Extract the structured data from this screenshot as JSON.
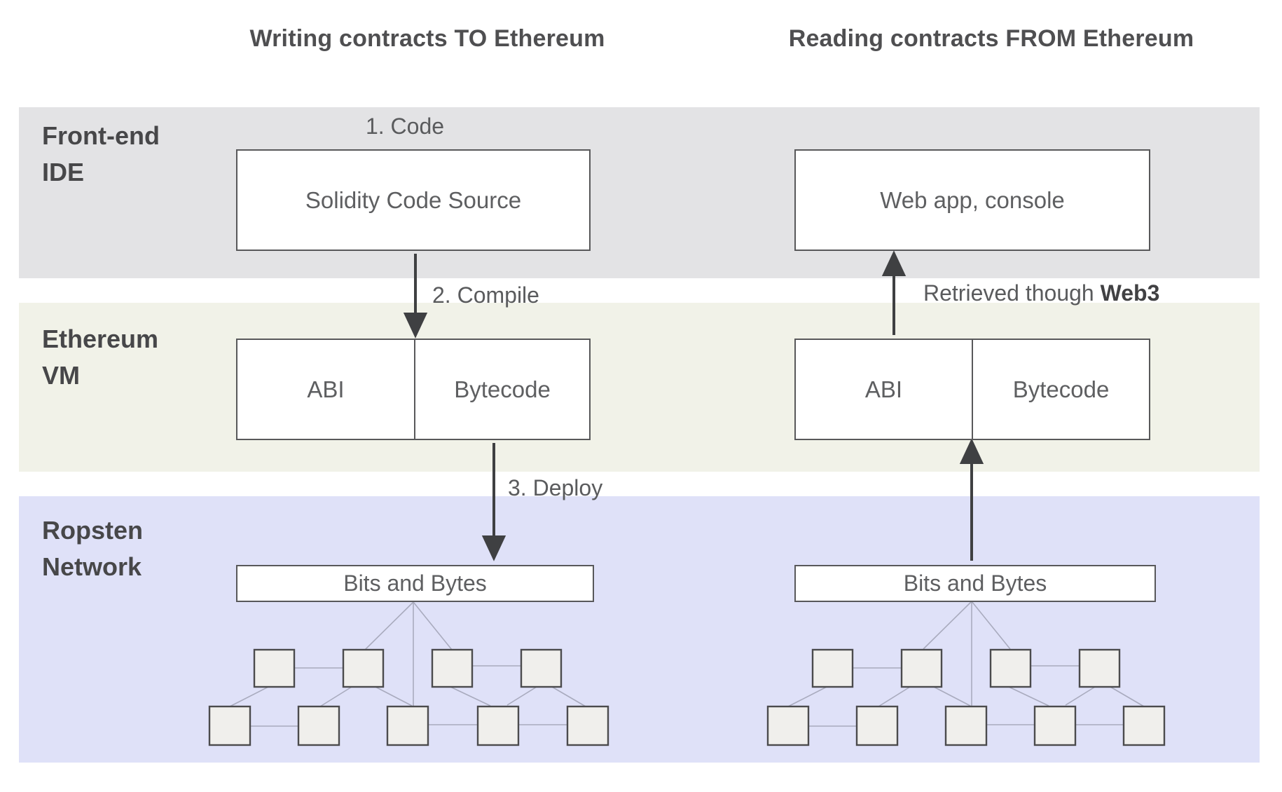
{
  "titles": {
    "left": "Writing contracts TO Ethereum",
    "right": "Reading contracts FROM Ethereum"
  },
  "bands": [
    {
      "id": "frontend",
      "label_line1": "Front-end",
      "label_line2": "IDE",
      "color": "#e3e3e5"
    },
    {
      "id": "evm",
      "label_line1": "Ethereum",
      "label_line2": "VM",
      "color": "#f1f2e8"
    },
    {
      "id": "ropsten",
      "label_line1": "Ropsten",
      "label_line2": "Network",
      "color": "#dfe1f8"
    }
  ],
  "left_flow": {
    "step1_label": "1. Code",
    "source_box": "Solidity Code Source",
    "step2_label": "2. Compile",
    "abi_label": "ABI",
    "bytecode_label": "Bytecode",
    "step3_label": "3. Deploy",
    "bits_box": "Bits and Bytes"
  },
  "right_flow": {
    "app_box": "Web app, console",
    "retrieved_prefix": "Retrieved though ",
    "retrieved_bold": "Web3",
    "abi_label": "ABI",
    "bytecode_label": "Bytecode",
    "bits_box": "Bits and Bytes"
  },
  "colors": {
    "band_frontend": "#e3e3e5",
    "band_evm": "#f1f2e8",
    "band_ropsten": "#dfe1f8",
    "box_border": "#58585a",
    "arrow": "#3f4042",
    "network_line": "#a9abbe",
    "network_node_fill": "#f0efec",
    "network_node_border": "#4b4b4d",
    "text": "#5e5f61"
  }
}
